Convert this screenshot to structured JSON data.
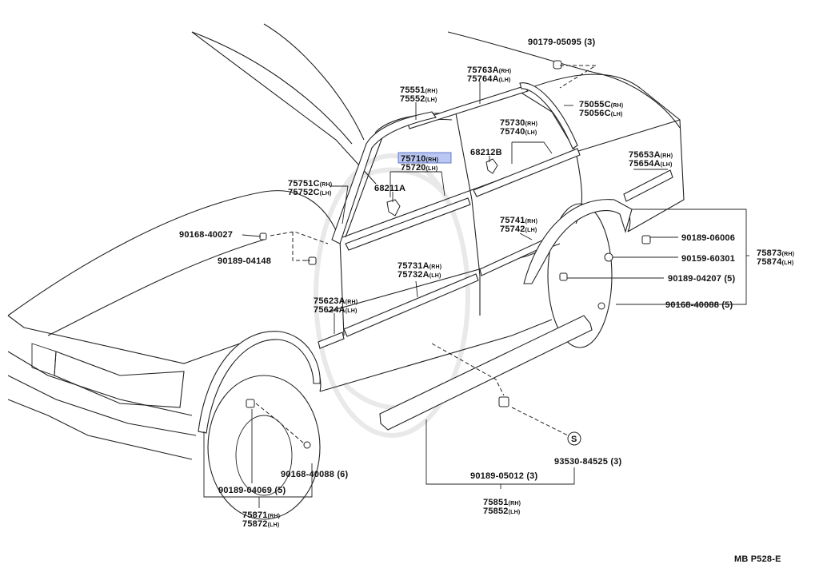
{
  "diagram_code": "MB  P528-E",
  "suffix_rh": "(RH)",
  "suffix_lh": "(LH)",
  "highlight_color": "#b9c7f2",
  "labels": {
    "p90179_05095": "90179-05095",
    "q90179_05095": "(3)",
    "p75763A": "75763A",
    "p75764A": "75764A",
    "p75551": "75551",
    "p75552": "75552",
    "p75055C": "75055C",
    "p75056C": "75056C",
    "p75730": "75730",
    "p75740": "75740",
    "p75710": "75710",
    "p75720": "75720",
    "p68212B": "68212B",
    "p75653A": "75653A",
    "p75654A": "75654A",
    "p75751C": "75751C",
    "p75752C": "75752C",
    "p68211A": "68211A",
    "p90168_40027": "90168-40027",
    "p90189_04148": "90189-04148",
    "p75741": "75741",
    "p75742": "75742",
    "p90189_06006": "90189-06006",
    "p90159_60301": "90159-60301",
    "p75873": "75873",
    "p75874": "75874",
    "p75731A": "75731A",
    "p75732A": "75732A",
    "p90189_04207": "90189-04207",
    "q90189_04207": "(5)",
    "p75623A": "75623A",
    "p75624A": "75624A",
    "p90168_40088r": "90168-40088",
    "q90168_40088r": "(5)",
    "s_symbol": "S",
    "p93530_84525": "93530-84525",
    "q93530_84525": "(3)",
    "p90168_40088f": "90168-40088",
    "q90168_40088f": "(6)",
    "p90189_05012": "90189-05012",
    "q90189_05012": "(3)",
    "p90189_04069": "90189-04069",
    "q90189_04069": "(5)",
    "p75851": "75851",
    "p75852": "75852",
    "p75871": "75871",
    "p75872": "75872"
  }
}
